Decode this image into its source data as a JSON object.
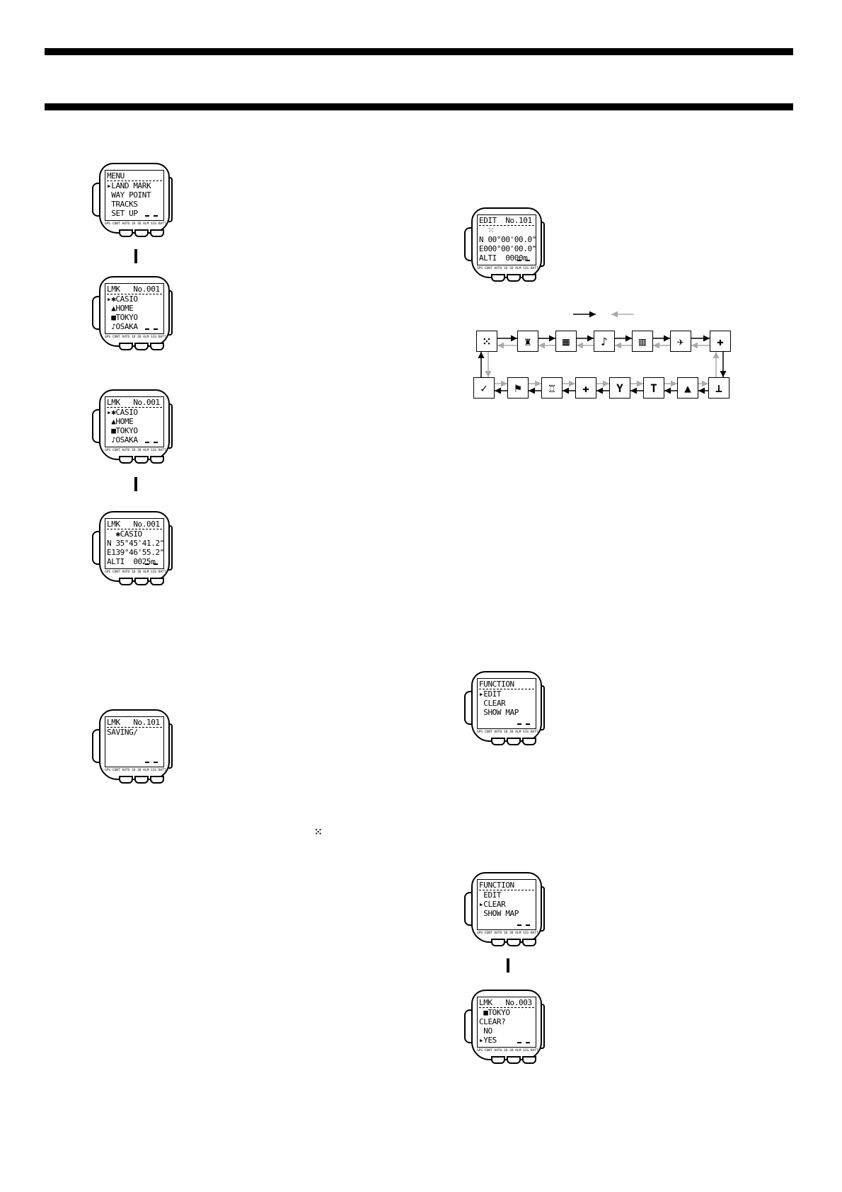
{
  "watches": [
    {
      "id": "menu",
      "lines": [
        "MENU",
        "▸LAND MARK",
        " WAY POINT",
        " TRACKS",
        " SET UP"
      ]
    },
    {
      "id": "lmk-list-1",
      "lines": [
        "LMK   No.001",
        "▸✱CASIO",
        " ▲HOME",
        " ■TOKYO",
        " ♪OSAKA"
      ]
    },
    {
      "id": "lmk-list-2",
      "lines": [
        "LMK   No.001",
        "▸✱CASIO",
        " ▲HOME",
        " ■TOKYO",
        " ♪OSAKA"
      ]
    },
    {
      "id": "lmk-detail",
      "lines": [
        "LMK   No.001",
        "  ✱CASIO",
        "N 35°45'41.2\"",
        "E139°46'55.2\"",
        "ALTI  0025m"
      ]
    },
    {
      "id": "saving",
      "lines": [
        "LMK   No.101",
        "SAVING/",
        "",
        "",
        ""
      ]
    },
    {
      "id": "edit",
      "lines": [
        "EDIT  No.101",
        "  ⁙",
        "N 00°00'00.0\"",
        "E000°00'00.0\"",
        "ALTI  0000m"
      ]
    },
    {
      "id": "function-edit",
      "lines": [
        "FUNCTION",
        "▸EDIT",
        " CLEAR",
        " SHOW MAP",
        ""
      ]
    },
    {
      "id": "function-clear",
      "lines": [
        "FUNCTION",
        " EDIT",
        "▸CLEAR",
        " SHOW MAP",
        ""
      ]
    },
    {
      "id": "lmk-clear",
      "lines": [
        "LMK   No.003",
        " ■TOKYO",
        "CLEAR?",
        " NO",
        "▸YES"
      ]
    }
  ],
  "button_labels": "GPS CONT AUTO 1D  3D  ALM  SIG BATT",
  "symbol_note": "⁙",
  "icon_cycle": {
    "top_row": [
      "⁙",
      "♜",
      "▦",
      "♪",
      "▥",
      "✈",
      "✚"
    ],
    "bottom_row": [
      "✓",
      "⚑",
      "♖",
      "✚",
      "Y",
      "T",
      "▲",
      "⊥"
    ]
  }
}
